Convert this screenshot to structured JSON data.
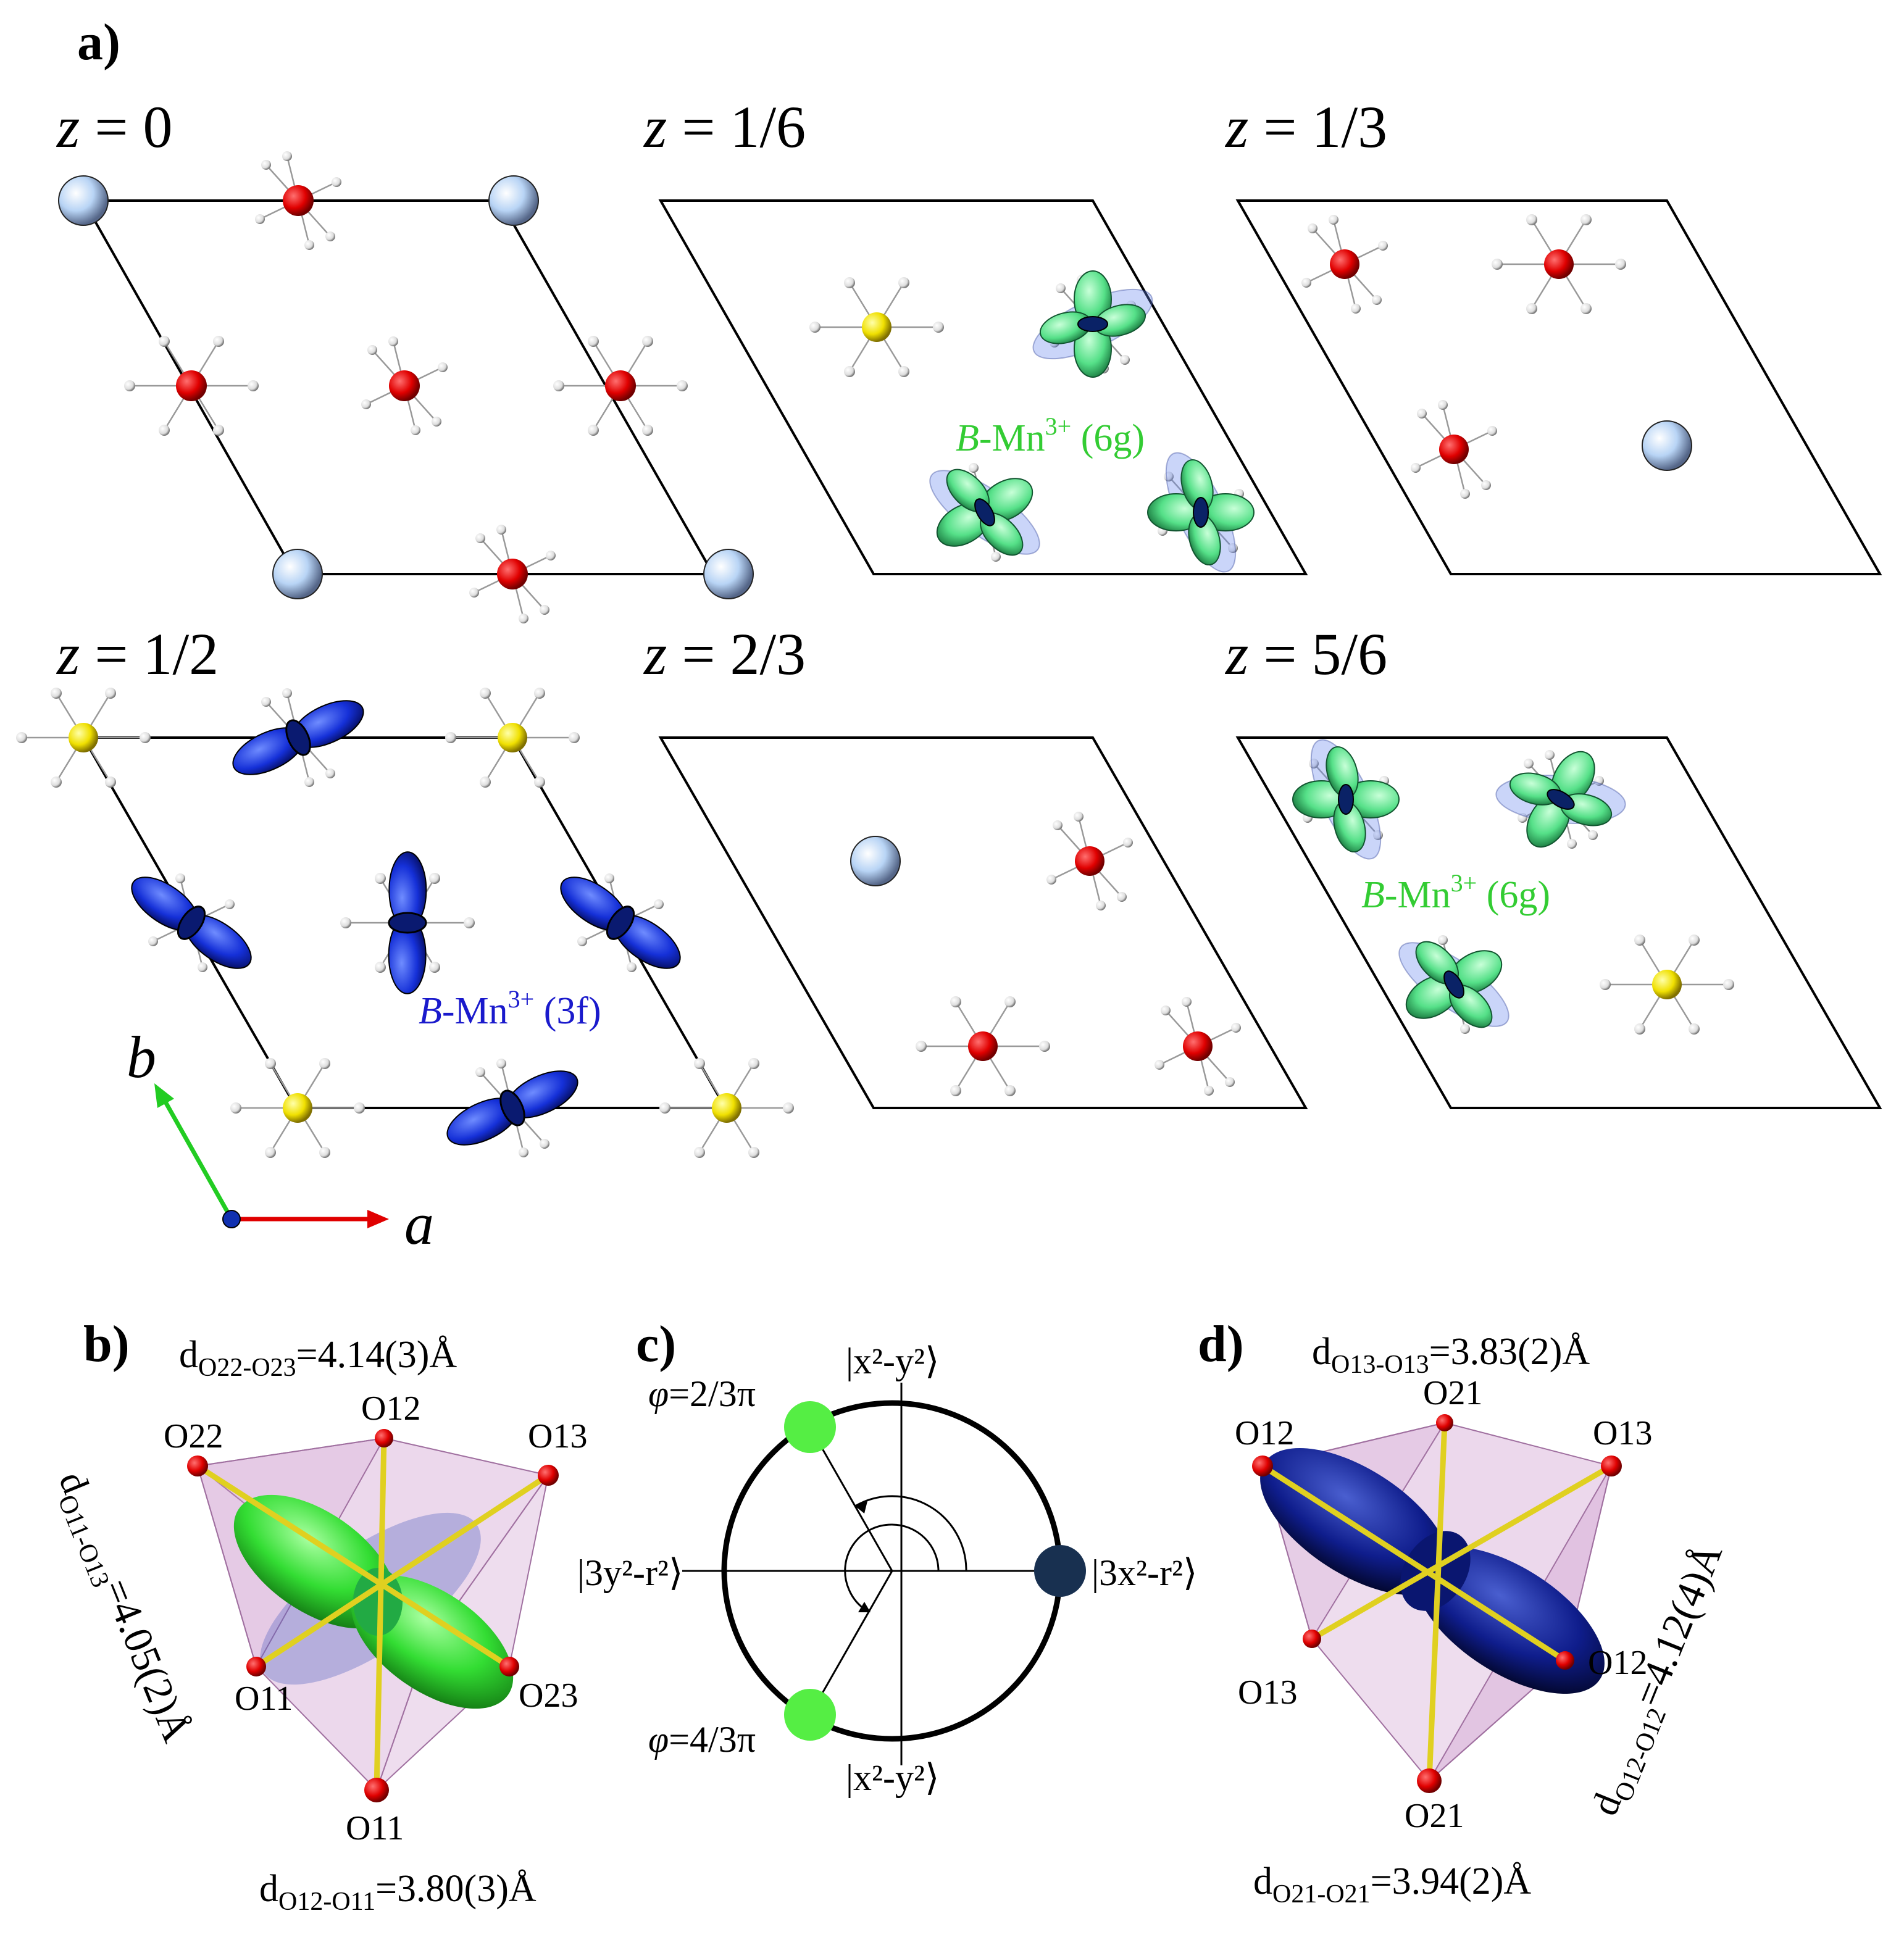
{
  "panels": {
    "a": "a)",
    "b": "b)",
    "c": "c)",
    "d": "d)"
  },
  "layers": {
    "z0": "0",
    "z16": "1/6",
    "z13": "1/3",
    "z12": "1/2",
    "z23": "2/3",
    "z56": "5/6",
    "z_symbol": "z",
    "equals": "="
  },
  "site_labels": {
    "b_letter": "B",
    "mn": "-Mn",
    "charge": "3+",
    "g6": "(6g)",
    "f3": "(3f)"
  },
  "axes": {
    "a": "a",
    "b": "b"
  },
  "panel_b": {
    "d_top": "d",
    "d_top_sub": "O22-O23",
    "d_top_val": "=4.14(3)Å",
    "d_left": "d",
    "d_left_sub": "O11-O13",
    "d_left_val": "=4.05(2)Å",
    "d_bottom": "d",
    "d_bottom_sub": "O12-O11",
    "d_bottom_val": "=3.80(3)Å",
    "o_labels": [
      "O12",
      "O22",
      "O13",
      "O11",
      "O23",
      "O11"
    ]
  },
  "panel_c": {
    "phi_top": "φ",
    "phi_top_val": "=2/3π",
    "phi_bottom": "φ",
    "phi_bottom_val": "=4/3π",
    "ket_top": "|x²-y²⟩",
    "ket_bottom": "|x²-y²⟩",
    "ket_left": "|3y²-r²⟩",
    "ket_right": "|3x²-r²⟩"
  },
  "panel_d": {
    "d_top": "d",
    "d_top_sub": "O13-O13",
    "d_top_val": "=3.83(2)Å",
    "d_right": "d",
    "d_right_sub": "O12-O12",
    "d_right_val": "=4.12(4)Å",
    "d_bottom": "d",
    "d_bottom_sub": "O21-O21",
    "d_bottom_val": "=3.94(2)Å",
    "o_labels": [
      "O21",
      "O12",
      "O13",
      "O13",
      "O12",
      "O21"
    ]
  },
  "colors": {
    "oxygen": "#e00000",
    "a_site": "#b8d4f5",
    "yellow_site": "#f0e000",
    "orbital_green": "#55e088",
    "orbital_blue": "#1530d8",
    "orbital_navy": "#0f1d8c",
    "axis_a": "#e00000",
    "axis_b": "#22cc22",
    "phi_green": "#55ee44",
    "phi_navy": "#183050",
    "octa_purple": "#c890c8",
    "bond_yellow": "#f0e020"
  }
}
